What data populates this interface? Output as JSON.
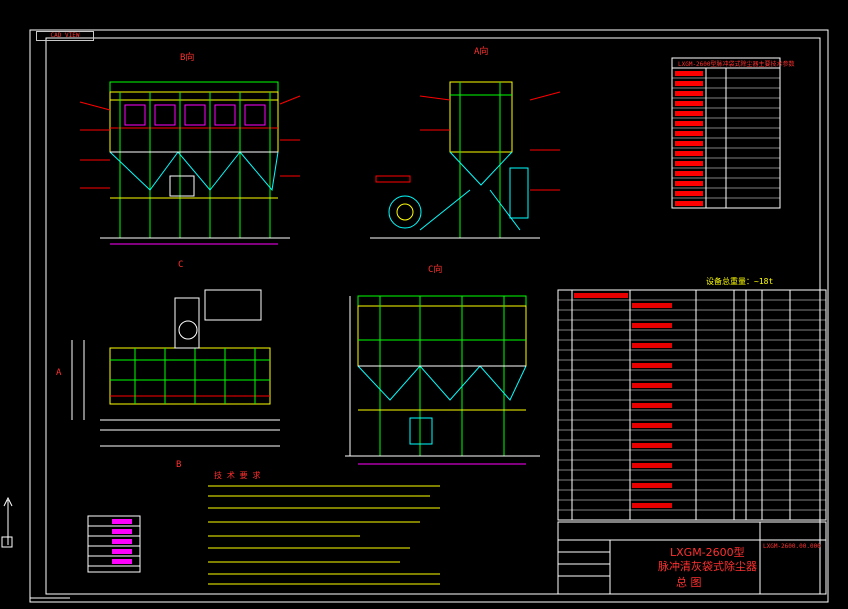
{
  "drawing": {
    "tab_label": "CAD VIEW DRAWING",
    "view_b_label": "B向",
    "view_a_label": "A向",
    "view_c_label": "C向",
    "section_c_mark": "C",
    "section_b_mark": "B",
    "section_a_mark": "A",
    "equipment_weight": "设备总重量：~18t",
    "spec_table_title": "LXGM-2600型脉冲袋式除尘器主要技术参数",
    "notes_title": "技 术 要 求",
    "title_block": {
      "model": "LXGM-2600型",
      "name": "脉冲清灰袋式除尘器",
      "drawing": "总  图",
      "drawing_no": "LXGM-2600.00.000"
    }
  },
  "colors": {
    "frame": "#ffffff",
    "yellow": "#ffff00",
    "green": "#00ff00",
    "cyan": "#00ffff",
    "red": "#ff0000",
    "magenta": "#ff00ff",
    "blue": "#3050ff"
  },
  "icons": {
    "ucs": "ucs-axis-icon",
    "snap": "cursor-crosshair-icon"
  }
}
